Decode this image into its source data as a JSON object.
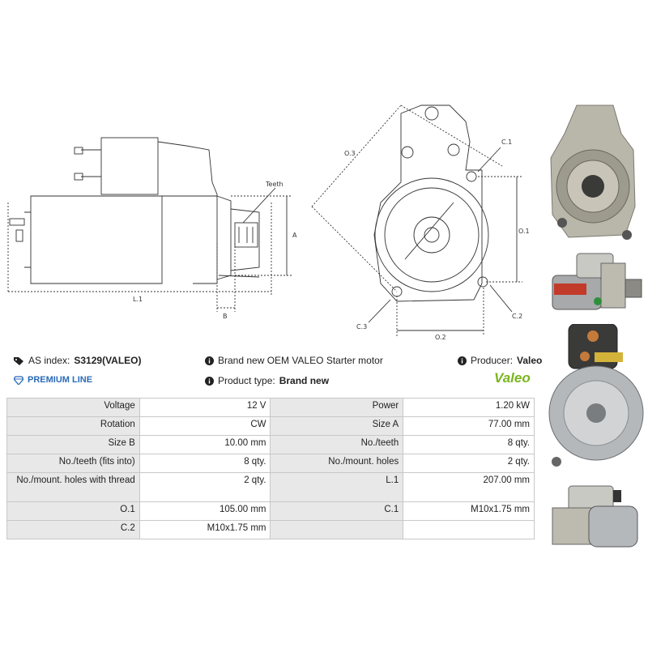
{
  "drawing_labels": {
    "teeth": "Teeth",
    "a": "A",
    "l1": "L.1",
    "b": "B",
    "o3": "O.3",
    "c1": "C.1",
    "o1": "O.1",
    "c2": "C.2",
    "c3": "C.3",
    "o2": "O.2"
  },
  "info": {
    "as_index_label": "AS index:",
    "as_index_value": "S3129(VALEO)",
    "premium": "PREMIUM LINE",
    "description": "Brand new OEM VALEO Starter motor",
    "product_type_label": "Product type:",
    "product_type_value": "Brand new",
    "producer_label": "Producer:",
    "producer_value": "Valeo",
    "logo_text": "Valeo"
  },
  "specs": {
    "rows": [
      {
        "l1": "Voltage",
        "v1": "12 V",
        "l2": "Power",
        "v2": "1.20 kW"
      },
      {
        "l1": "Rotation",
        "v1": "CW",
        "l2": "Size A",
        "v2": "77.00 mm"
      },
      {
        "l1": "Size B",
        "v1": "10.00 mm",
        "l2": "No./teeth",
        "v2": "8 qty."
      },
      {
        "l1": "No./teeth (fits into)",
        "v1": "8 qty.",
        "l2": "No./mount. holes",
        "v2": "2 qty."
      },
      {
        "l1": "No./mount. holes with thread",
        "v1": "2 qty.",
        "l2": "L.1",
        "v2": "207.00 mm"
      },
      {
        "l1": "O.1",
        "v1": "105.00 mm",
        "l2": "C.1",
        "v2": "M10x1.75 mm"
      },
      {
        "l1": "C.2",
        "v1": "M10x1.75 mm",
        "l2": "",
        "v2": ""
      }
    ]
  },
  "colors": {
    "accent": "#2a6bb7",
    "valeo_green": "#7ab51d",
    "label_bg": "#e8e8e8"
  }
}
